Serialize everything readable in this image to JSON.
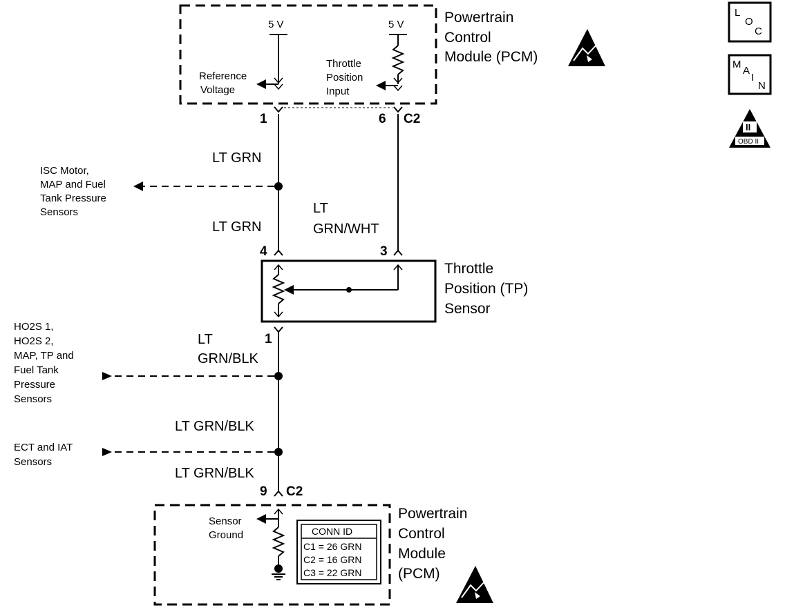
{
  "pcm_top": {
    "title_lines": [
      "Powertrain",
      "Control",
      "Module (PCM)"
    ],
    "voltage_left": "5 V",
    "voltage_right": "5 V",
    "ref_label": [
      "Reference",
      "Voltage"
    ],
    "tp_label": [
      "Throttle",
      "Position",
      "Input"
    ],
    "pin_left": "1",
    "pin_right": "6",
    "connector": "C2"
  },
  "badges": {
    "loc": [
      "L",
      "O",
      "C"
    ],
    "main": [
      "M",
      "A",
      "I",
      "N"
    ],
    "obd_roman": "II",
    "obd_text": "OBD II"
  },
  "wires": {
    "w1": "LT GRN",
    "w2": "LT GRN",
    "w3": [
      "LT",
      "GRN/WHT"
    ],
    "w4": [
      "LT",
      "GRN/BLK"
    ],
    "w5": "LT GRN/BLK",
    "w6": "LT GRN/BLK"
  },
  "splices": {
    "s1": [
      "ISC Motor,",
      "MAP and Fuel",
      "Tank Pressure",
      "Sensors"
    ],
    "s2": [
      "HO2S 1,",
      "HO2S 2,",
      "MAP, TP and",
      "Fuel Tank",
      "Pressure",
      "Sensors"
    ],
    "s3": [
      "ECT and IAT",
      "Sensors"
    ]
  },
  "tp_sensor": {
    "title_lines": [
      "Throttle",
      "Position (TP)",
      "Sensor"
    ],
    "pin_top_left": "4",
    "pin_top_right": "3",
    "pin_bottom": "1"
  },
  "pcm_bottom": {
    "pin": "9",
    "connector": "C2",
    "ground_label": [
      "Sensor",
      "Ground"
    ],
    "title_lines": [
      "Powertrain",
      "Control",
      "Module",
      "(PCM)"
    ],
    "conn_id": {
      "header": "CONN ID",
      "rows": [
        "C1 = 26 GRN",
        "C2 = 16 GRN",
        "C3 = 22 GRN"
      ]
    }
  }
}
